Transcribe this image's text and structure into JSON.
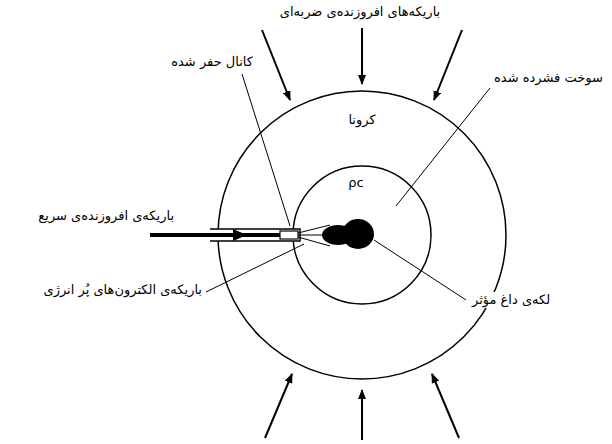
{
  "diagram": {
    "nodes": [
      {
        "text": [
          "کرونا"
        ]
      },
      {
        "text": [
          "ρc"
        ],
        "in": 0
      }
    ],
    "labels": [
      "باریکه‌های افروزنده‌ی ضربه‌ای",
      "کانال حفر شده",
      "باریکه‌ی افروزنده‌ی سریع",
      "سوخت فشرده شده",
      "لکه‌ی داغ مؤثر",
      "باریکه‌ی الکترون‌های پُر انرژی"
    ]
  }
}
